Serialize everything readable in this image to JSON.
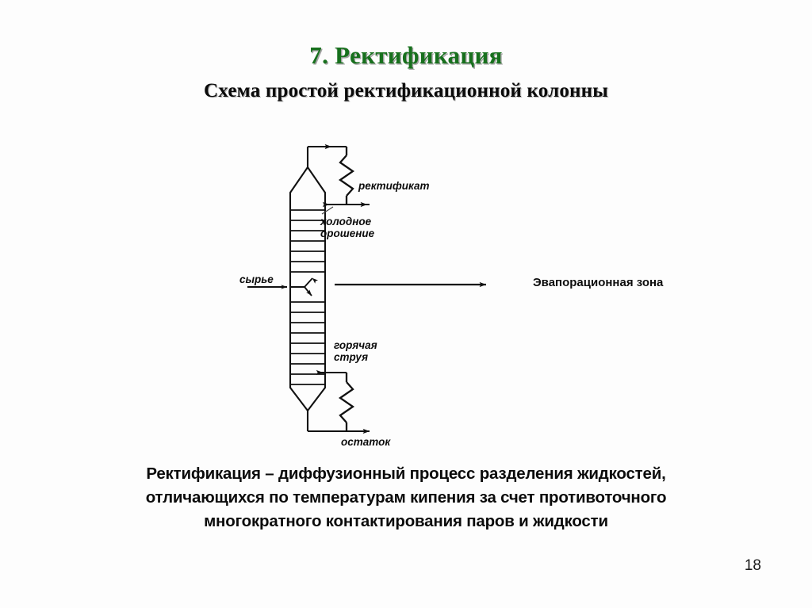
{
  "slide": {
    "title": "7. Ректификация",
    "subtitle": "Схема простой ректификационной колонны",
    "page_number": "18",
    "title_color": "#17701d",
    "text_color": "#0b0b0b",
    "background_color": "#fdfdfd",
    "line_color": "#111111"
  },
  "diagram": {
    "name": "Схема простой ректификационной колонны",
    "labels": {
      "rectificate": "ректификат",
      "cold_irrigation": "холодное\nорошение",
      "feed": "сырье",
      "hot_stream": "горячая\nструя",
      "residue": "остаток",
      "evaporation_zone": "Эвапорационная зона"
    },
    "elements": [
      {
        "id": "column",
        "name": "ректификационная колонна",
        "trays": 18
      },
      {
        "id": "condenser",
        "name": "конденсатор (змеевик)"
      },
      {
        "id": "reboiler",
        "name": "кипятильник (змеевик)"
      },
      {
        "id": "vapor-line",
        "name": "линия паров"
      },
      {
        "id": "feed-line",
        "name": "линия сырья"
      },
      {
        "id": "evaporation-arrow",
        "name": "стрелка эвапорационной зоны"
      }
    ]
  },
  "definition": {
    "text": "Ректификация – диффузионный процесс разделения жидкостей, отличающихся по температурам кипения за счет противоточного многократного контактирования паров и жидкости"
  }
}
